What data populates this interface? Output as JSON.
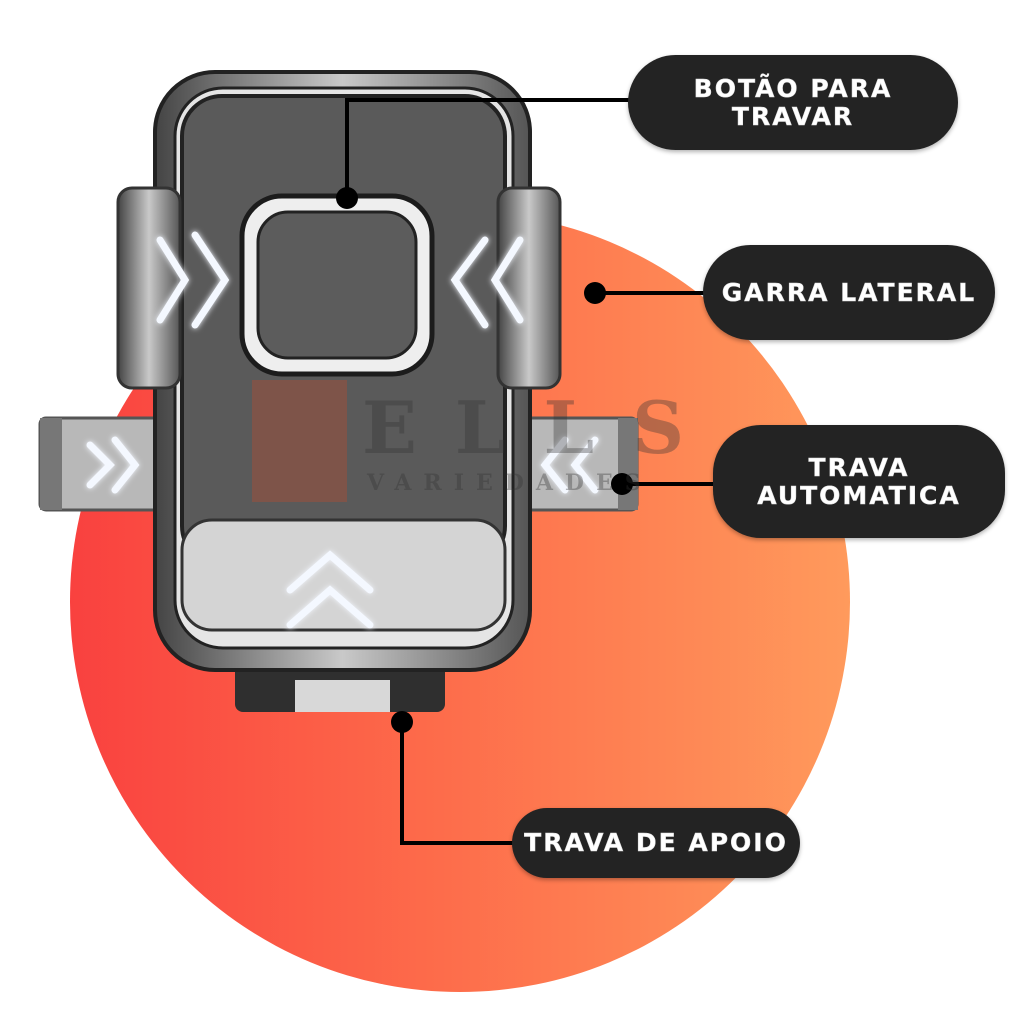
{
  "labels": {
    "lock_button": [
      "BOTÃO PARA",
      "TRAVAR"
    ],
    "side_clamp": "GARRA LATERAL",
    "auto_lock": [
      "TRAVA",
      "AUTOMATICA"
    ],
    "support_lock": "TRAVA DE APOIO"
  },
  "watermark": {
    "brand": "ELLS",
    "sub": "VARIEDADES"
  },
  "colors": {
    "circle_start": "#f9413f",
    "circle_end": "#ff9a5c",
    "pill": "#232323"
  }
}
